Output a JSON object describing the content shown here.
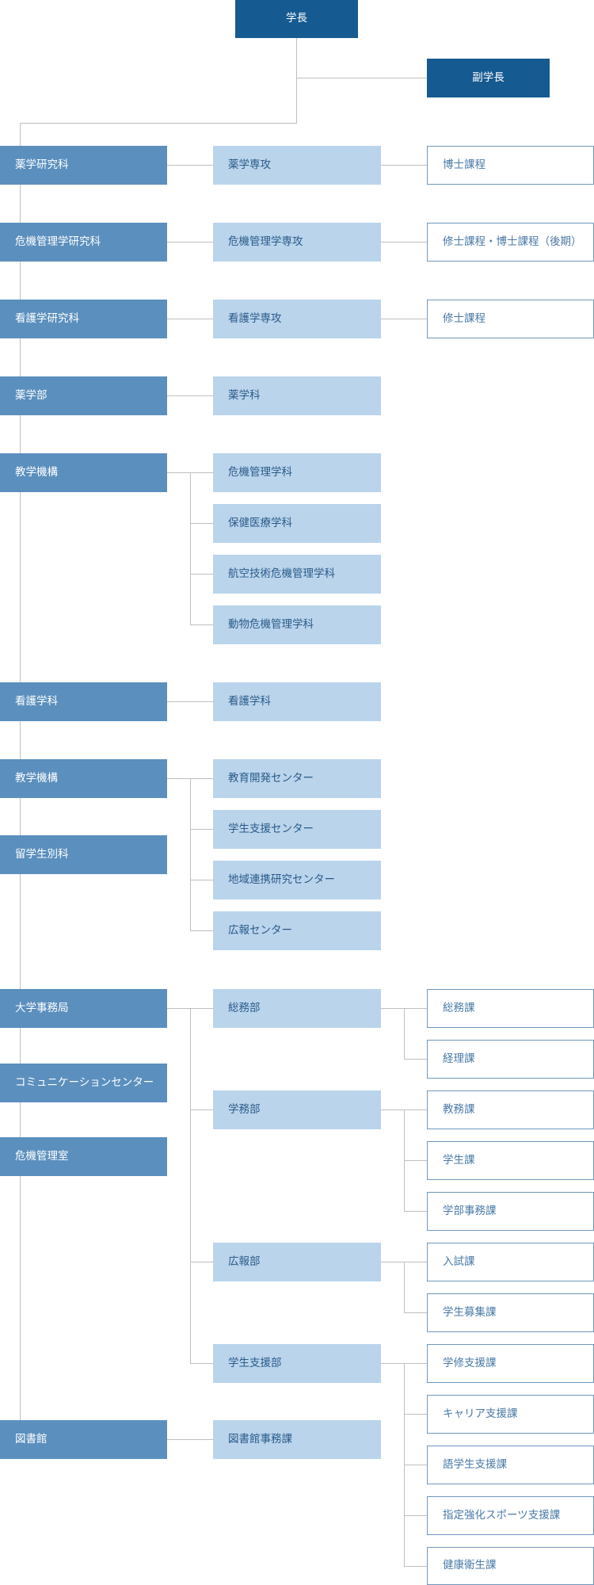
{
  "president": "学長",
  "vice_president": "副学長",
  "level1": [
    "薬学研究科",
    "危機管理学研究科",
    "看護学研究科",
    "薬学部",
    "教学機構",
    "看護学科",
    "教学機構",
    "留学生別科",
    "大学事務局",
    "コミュニケーションセンター",
    "危機管理室",
    "図書館"
  ],
  "level2": [
    "薬学専攻",
    "危機管理学専攻",
    "看護学専攻",
    "薬学科",
    "危機管理学科",
    "保健医療学科",
    "航空技術危機管理学科",
    "動物危機管理学科",
    "看護学科",
    "教育開発センター",
    "学生支援センター",
    "地域連携研究センター",
    "広報センター",
    "総務部",
    "学務部",
    "広報部",
    "学生支援部",
    "図書館事務課"
  ],
  "level3": [
    "博士課程",
    "修士課程・博士課程（後期）",
    "修士課程",
    "総務課",
    "経理課",
    "教務課",
    "学生課",
    "学部事務課",
    "入試課",
    "学生募集課",
    "学修支援課",
    "キャリア支援課",
    "語学生支援課",
    "指定強化スポーツ支援課",
    "健康衛生課"
  ]
}
